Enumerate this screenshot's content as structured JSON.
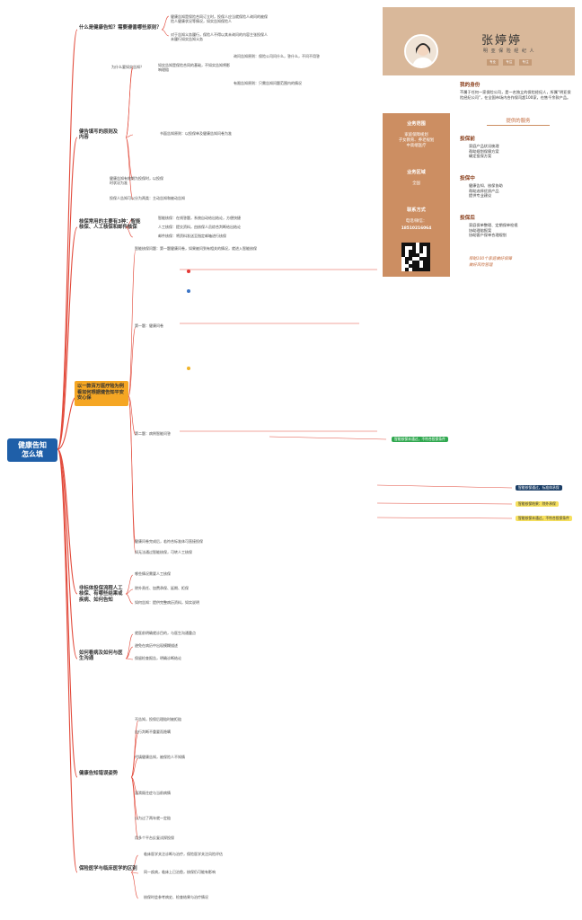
{
  "root": {
    "line1": "健康告知",
    "line2": "怎么填"
  },
  "branches": {
    "b1": "什么是健康告知？需要遵循哪些原则？",
    "b2": "健告填写的原则及内容",
    "b3": "核保常用的主要有3种：智能核保、人工核保和邮件核保",
    "b4": "以一款百万医疗险为例看如何根据健告知平安安心保",
    "b5": "非标体投保流程人工核保、有哪些结果或疾病、如何告知",
    "b6": "如何看病及如何与医生沟通",
    "b7": "健康告知错误姿势",
    "b8": "保险医学与临床医学的区别"
  },
  "nodes": {
    "n1a": "健康告知是保险合同订立时，投保人应当就保险人询问的被保险人健康状况等情况，如实告知保险人",
    "n1b": "对于告知义务履行，保险人不得以其未询问的内容主张投保人未履行如实告知义务",
    "n2a": "为什么要如实告知？",
    "n2b": "如实告知是保险合同的基础，不如实告知将影响理赔",
    "n2c": "询问告知原则：保险公司问什么，答什么，不问不用答",
    "n2d": "有限告知原则：只需告知问题范围内的情况",
    "n2e": "书面告知原则：以投保单及健康告知问卷为准",
    "n2f": "健康告知有效期为投保时，以投保时状况为准",
    "n2g": "投保人告知可以分为两类：主动告知和被动告知",
    "n3a": "智能核保：在线答题，系统自动给出结论，方便快捷",
    "n3b": "人工核保：提交资料，由核保人员综合判断给出结论",
    "n3c": "邮件核保：将资料发送至指定邮箱进行核保",
    "n4a": "智能核保问题：第一题健康问卷，如果被问到有相关的情况，就进入智能核保",
    "n4b": "第一题：健康问卷",
    "n4c": "第二题：病例智能问答",
    "n4d": "健康问卷完成后，若符合标准体可直接投保",
    "n4e": "如无法通过智能核保，可转人工核保",
    "n5a": "哪些情况需要人工核保",
    "n5b": "除外责任、加费承保、延期、拒保",
    "n5c": "如何告知：提供完整病历资料，如实说明",
    "n6a": "就医前明确就诊目的，与医生沟通重点",
    "n6b": "避免在病历中出现模糊描述",
    "n6c": "保留检查报告，明确诊断结论",
    "n7a": "不告知，投保后理赔时被拒赔",
    "n7b": "自行判断不重要而隐瞒",
    "n7c": "代填健康告知，被保险人不知情",
    "n7d": "混淆既往症与当前病情",
    "n7e": "以为过了两年就一定赔",
    "n7f": "用多个平台反复试探投保",
    "n8a": "临床医学关注诊断与治疗，保险医学关注风险评估",
    "n8b": "同一疾病，临床上已治愈，核保仍可能有影响",
    "n8c": "核保时会参考病史、检查结果与治疗情况"
  },
  "pills": {
    "p1": "智能核保未通过，不符合投保条件",
    "p2": "智能核保通过，标准体承保",
    "p3": "智能核保结果：除外承保",
    "p4": "智能核保未通过，不符合投保条件"
  },
  "card": {
    "name": "张婷婷",
    "role": "明 亚 保 险 经 纪 人",
    "tags": [
      "专业",
      "专注",
      "专注"
    ],
    "section_service": "业务范围",
    "service_text": "家庭保障规划\n子女教育、养老规划\n中高端医疗",
    "section_area": "业务区域",
    "area_text": "全国",
    "section_contact": "联系方式",
    "contact_label": "电话/微信：",
    "phone": "18510216064",
    "intro_title": "我的身份",
    "intro_text": "不属于任何一家保险公司，是一名独立的保险经纪人，所属“明亚保险经纪公司”，在全国市场内合作保司超100家，在售千余款产品。",
    "tab": "提供的服务",
    "s1_title": "投保前",
    "s1_text": "家庭产品状况梳理\n帮助规划保障方案\n确定投保方案",
    "s2_title": "投保中",
    "s2_text": "健康告知、核保协助\n帮助选择优质产品\n提供专业建议",
    "s3_title": "投保后",
    "s3_text": "家庭保单整理、定期保单检视\n协助理赔报案\n协助客户保单合理规划",
    "slogan": "帮助100个家庭做好保障\n做好风险管理"
  },
  "colors": {
    "root": "#1f5fa8",
    "highlight": "#f5a623",
    "card_accent": "#cc8e62",
    "line": "#e24a3b"
  }
}
